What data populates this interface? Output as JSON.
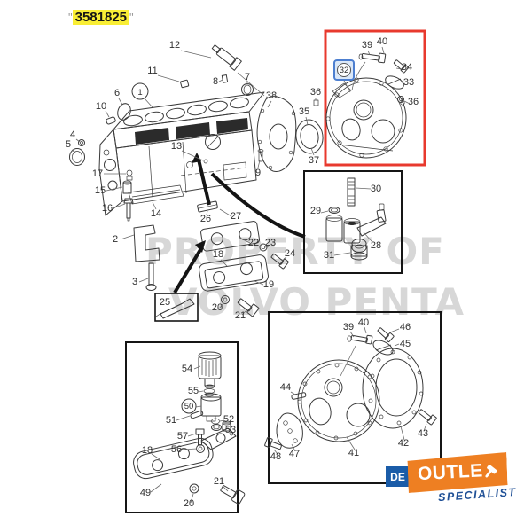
{
  "part_number": {
    "open_quote": "\"",
    "value": "3581825",
    "close_quote": "\""
  },
  "watermark": {
    "line1": "PROPERTY OF",
    "line2": "VOLVO PENTA"
  },
  "colors": {
    "yellow_highlight": "#f9ee35",
    "red_highlight_box": "#e8392e",
    "blue_badge_border": "#4d7fd0",
    "blue_badge_fill": "#dbe8f8",
    "logo_orange": "#ee7f22",
    "logo_blue": "#1a5ca8",
    "watermark_gray": "#d7d7d7",
    "line_art": "#3a3a3a"
  },
  "callouts": {
    "n1": "1",
    "n2": "2",
    "n3": "3",
    "n4": "4",
    "n5": "5",
    "n6": "6",
    "n7": "7",
    "n8": "8",
    "n9": "9",
    "n10": "10",
    "n11": "11",
    "n12": "12",
    "n13": "13",
    "n14": "14",
    "n15": "15",
    "n16": "16",
    "n17": "17",
    "n18": "18",
    "n19": "19",
    "n20": "20",
    "n21": "21",
    "n22": "22",
    "n23": "23",
    "n24": "24",
    "n25": "25",
    "n26": "26",
    "n27": "27",
    "n28": "28",
    "n29": "29",
    "n30": "30",
    "n31": "31",
    "n32": "32",
    "n33": "33",
    "n34": "34",
    "n35": "35",
    "n36": "36",
    "n36b": "36",
    "n37": "37",
    "n38": "38",
    "n39": "39",
    "n40": "40",
    "n39b": "39",
    "n40b": "40",
    "n41": "41",
    "n42": "42",
    "n43": "43",
    "n44": "44",
    "n45": "45",
    "n46": "46",
    "n47": "47",
    "n48": "48",
    "n49": "49",
    "n50": "50",
    "n51": "51",
    "n52": "52",
    "n53": "53",
    "n54": "54",
    "n55": "55",
    "n56": "56",
    "n57": "57",
    "n18b": "18",
    "n20b": "20",
    "n21b": "21"
  },
  "logo": {
    "de": "DE",
    "outlet": "OUTLE",
    "specialist": "SPECIALIST"
  }
}
